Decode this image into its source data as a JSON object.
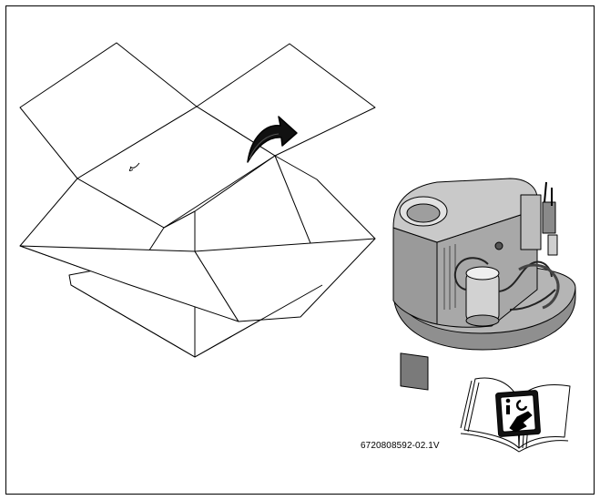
{
  "figure": {
    "id_label": "6720808592-02.1V"
  },
  "icons": {
    "box": "open-cardboard-box",
    "arrow": "curved-arrow-right",
    "unit": "heat-pump-unit",
    "manual": "installation-manual-book",
    "manual_symbol": "info-wrench-symbol"
  },
  "colors": {
    "line": "#000000",
    "unit_fill": "#a8a8a8",
    "unit_shadow": "#6e6e6e",
    "unit_light": "#c9c9c9"
  }
}
